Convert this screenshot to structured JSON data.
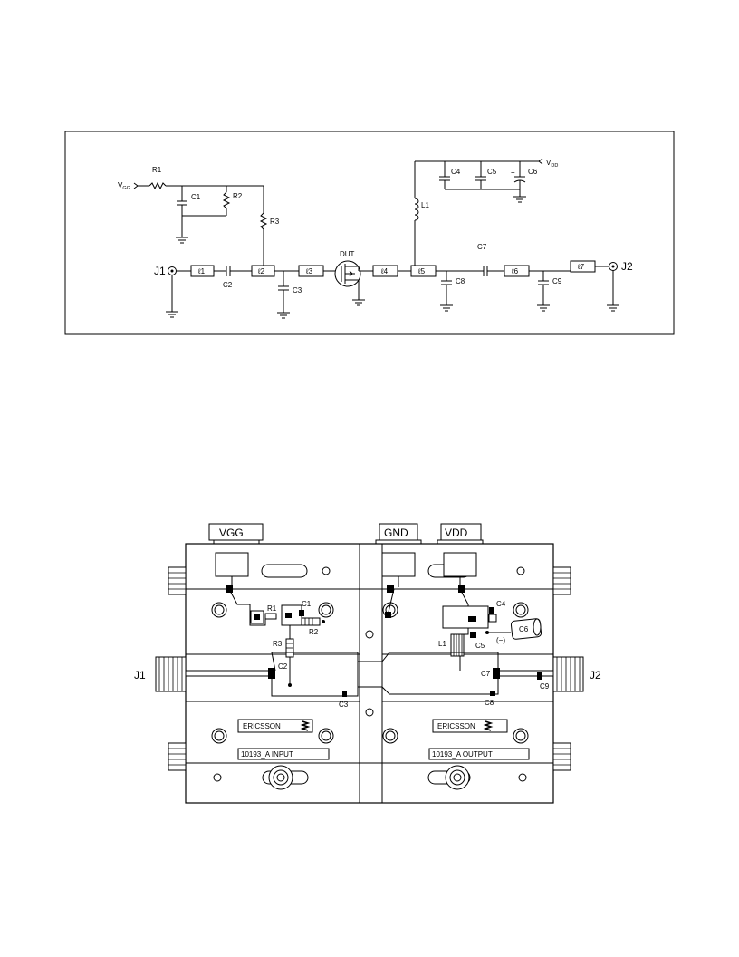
{
  "schematic": {
    "vgg_label": "V",
    "vgg_sub": "GG",
    "vdd_label": "V",
    "vdd_sub": "DD",
    "r1": "R1",
    "r2": "R2",
    "r3": "R3",
    "c1": "C1",
    "c2": "C2",
    "c3": "C3",
    "c4": "C4",
    "c5": "C5",
    "c6": "C6",
    "c7": "C7",
    "c8": "C8",
    "c9": "C9",
    "l1": "L1",
    "dut": "DUT",
    "j1": "J1",
    "j2": "J2",
    "lines": [
      "ℓ1",
      "ℓ2",
      "ℓ3",
      "ℓ4",
      "ℓ5",
      "ℓ6",
      "ℓ7"
    ]
  },
  "board": {
    "vgg": "VGG",
    "gnd": "GND",
    "vdd": "VDD",
    "j1": "J1",
    "j2": "J2",
    "r1": "R1",
    "r2": "R2",
    "r3": "R3",
    "c1": "C1",
    "c2": "C2",
    "c3": "C3",
    "c4": "C4",
    "c5": "C5",
    "c6": "C6",
    "c7": "C7",
    "c8": "C8",
    "c9": "C9",
    "l1": "L1",
    "minus": "(−)",
    "brand_left": "ERICSSON",
    "brand_right": "ERICSSON",
    "input_label": "10193_A INPUT",
    "output_label": "10193_A OUTPUT"
  }
}
